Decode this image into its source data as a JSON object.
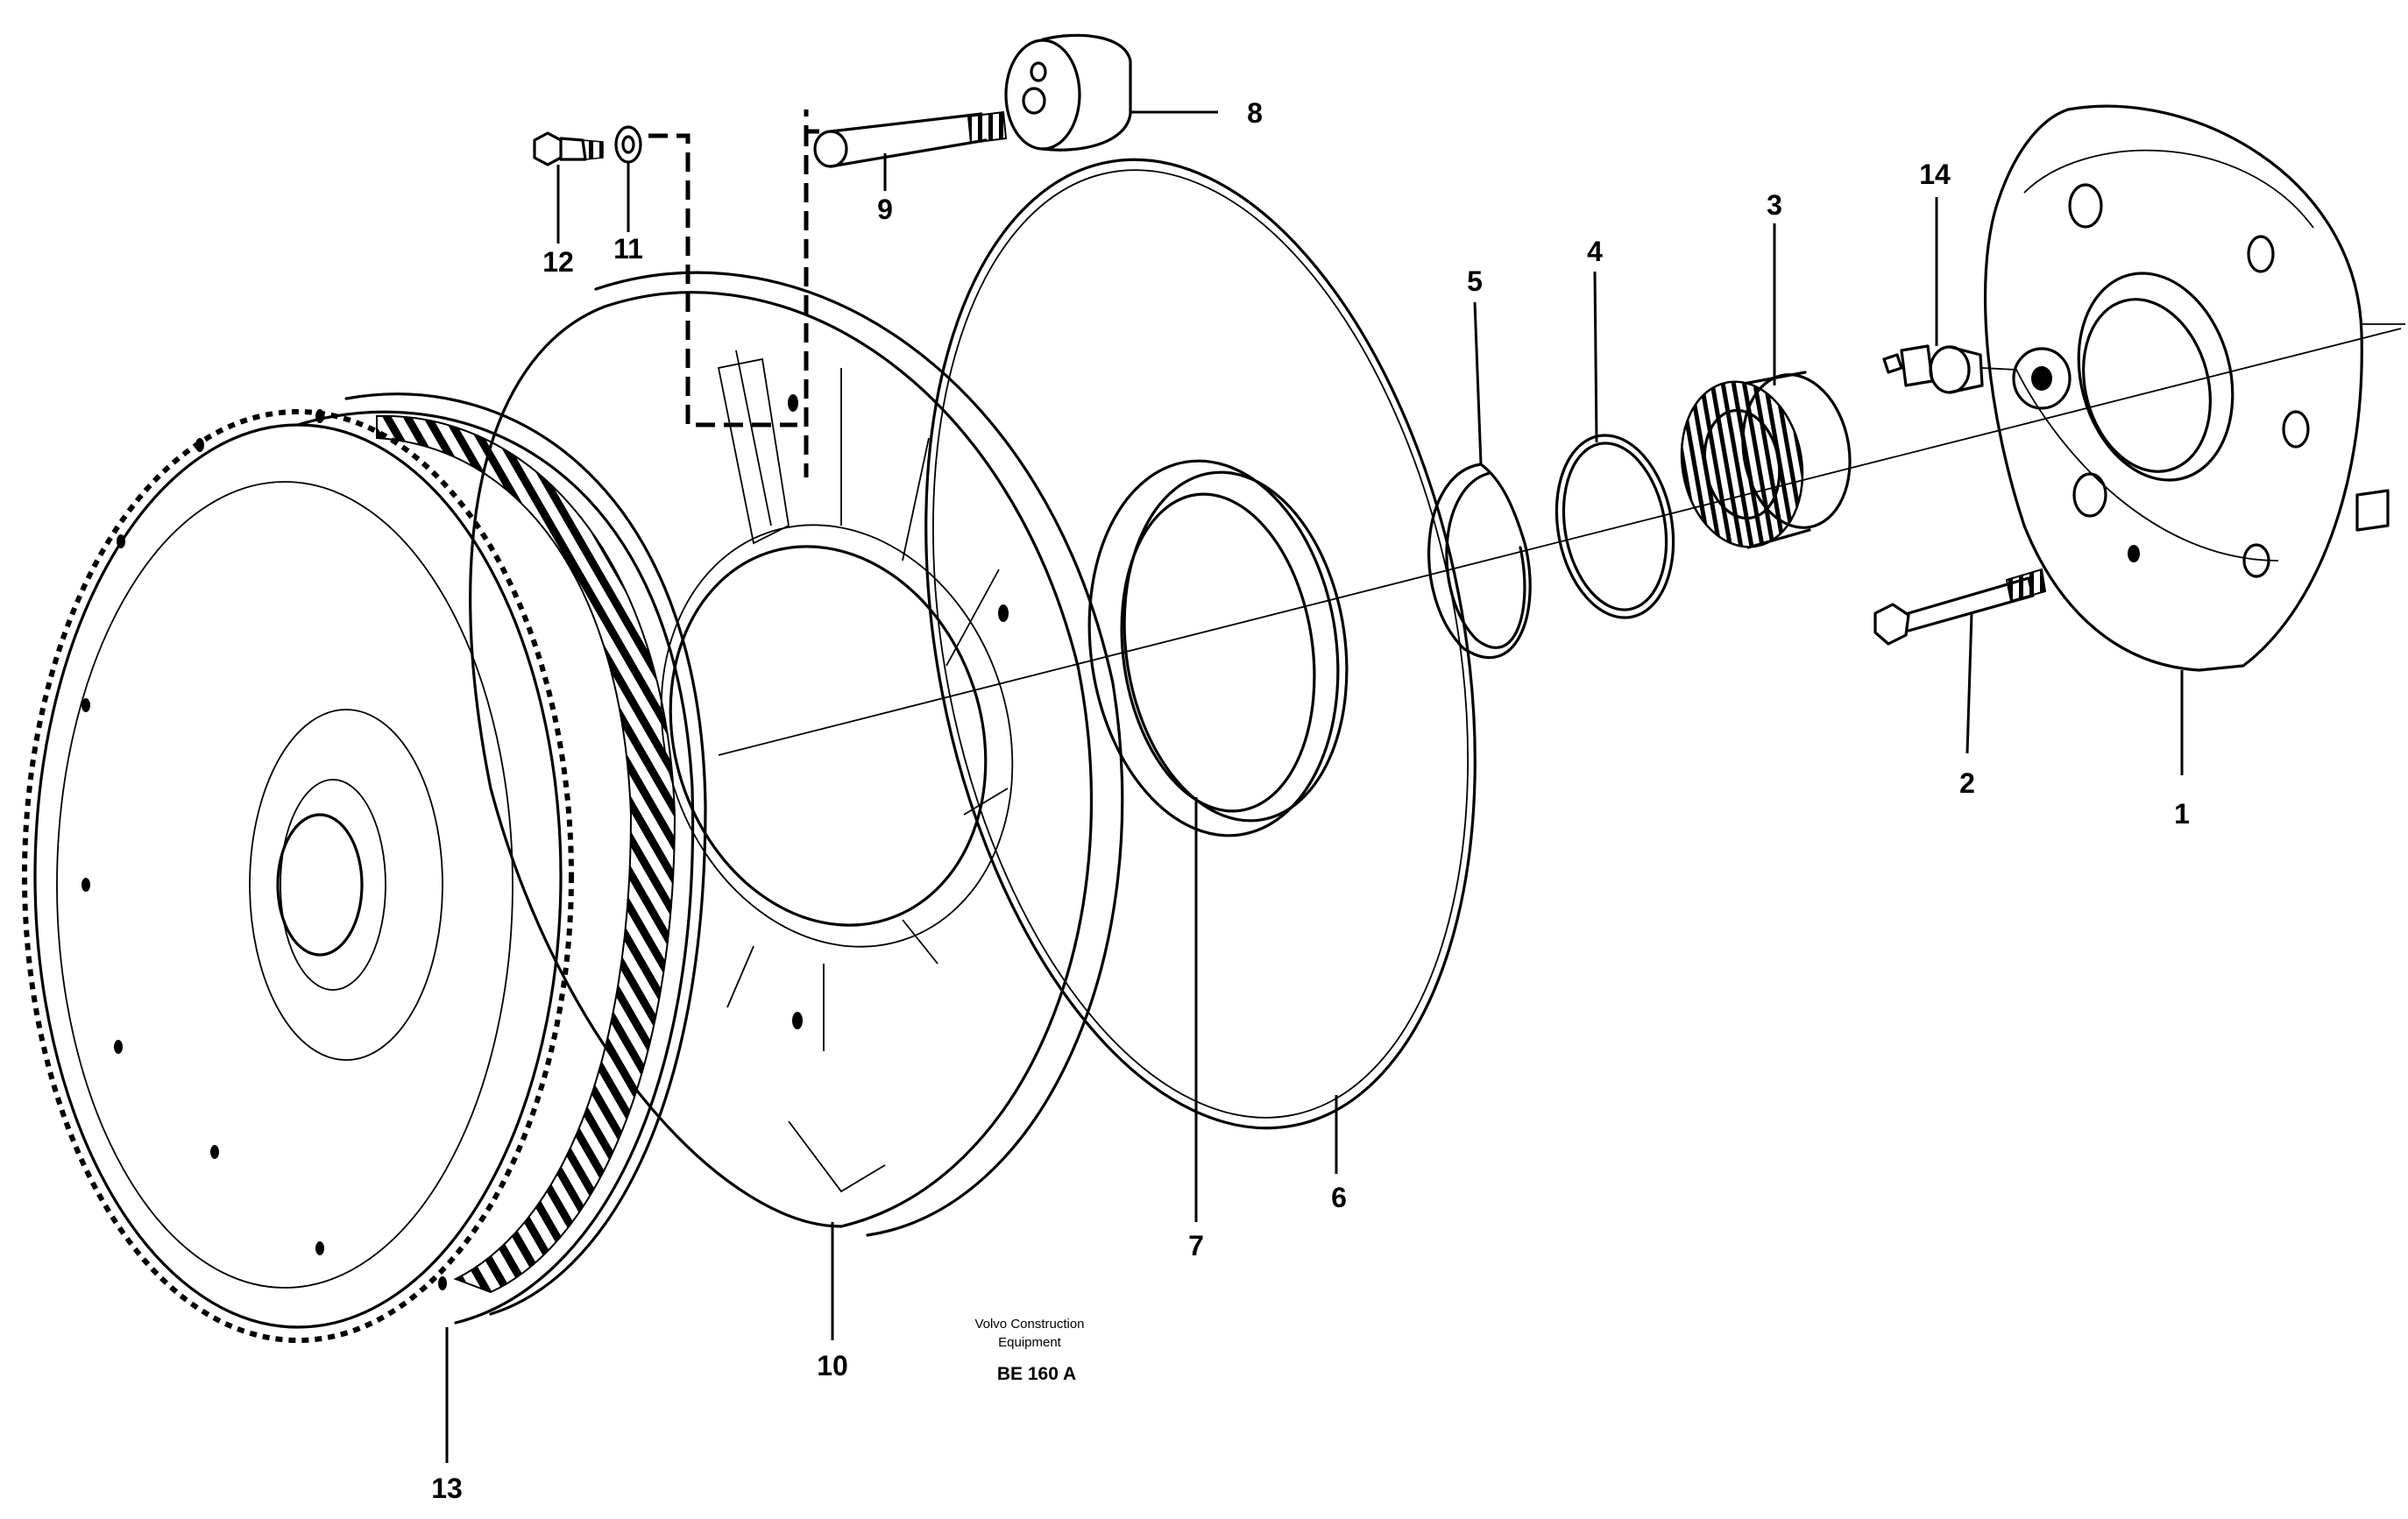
{
  "figure": {
    "credit_line1": "Volvo Construction",
    "credit_line2": "Equipment",
    "figure_code": "BE 160 A"
  },
  "callouts": {
    "c1": "1",
    "c2": "2",
    "c3": "3",
    "c4": "4",
    "c5": "5",
    "c6": "6",
    "c7": "7",
    "c8": "8",
    "c9": "9",
    "c10": "10",
    "c11": "11",
    "c12": "12",
    "c13": "13",
    "c14": "14"
  }
}
